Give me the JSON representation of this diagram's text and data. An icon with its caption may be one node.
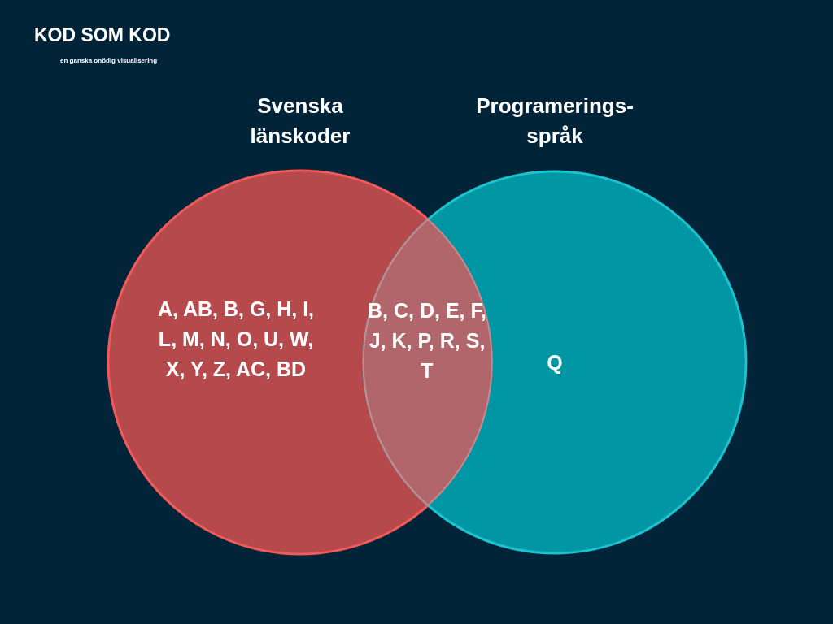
{
  "diagram": {
    "title": "KOD SOM KOD",
    "nodes": [
      {
        "text": [
          "Svenska länskoder",
          "A, AB, B, G, H, I, L, M, N, O, U, W, X, Y, Z, AC, BD"
        ]
      },
      {
        "text": [
          "Programerings-språk",
          "Q"
        ]
      },
      {
        "text": [
          "B, C, D, E, F, J, K, P, R, S, T"
        ]
      }
    ],
    "edges": [],
    "labels": [
      "en ganska onödig visualisering"
    ]
  }
}
